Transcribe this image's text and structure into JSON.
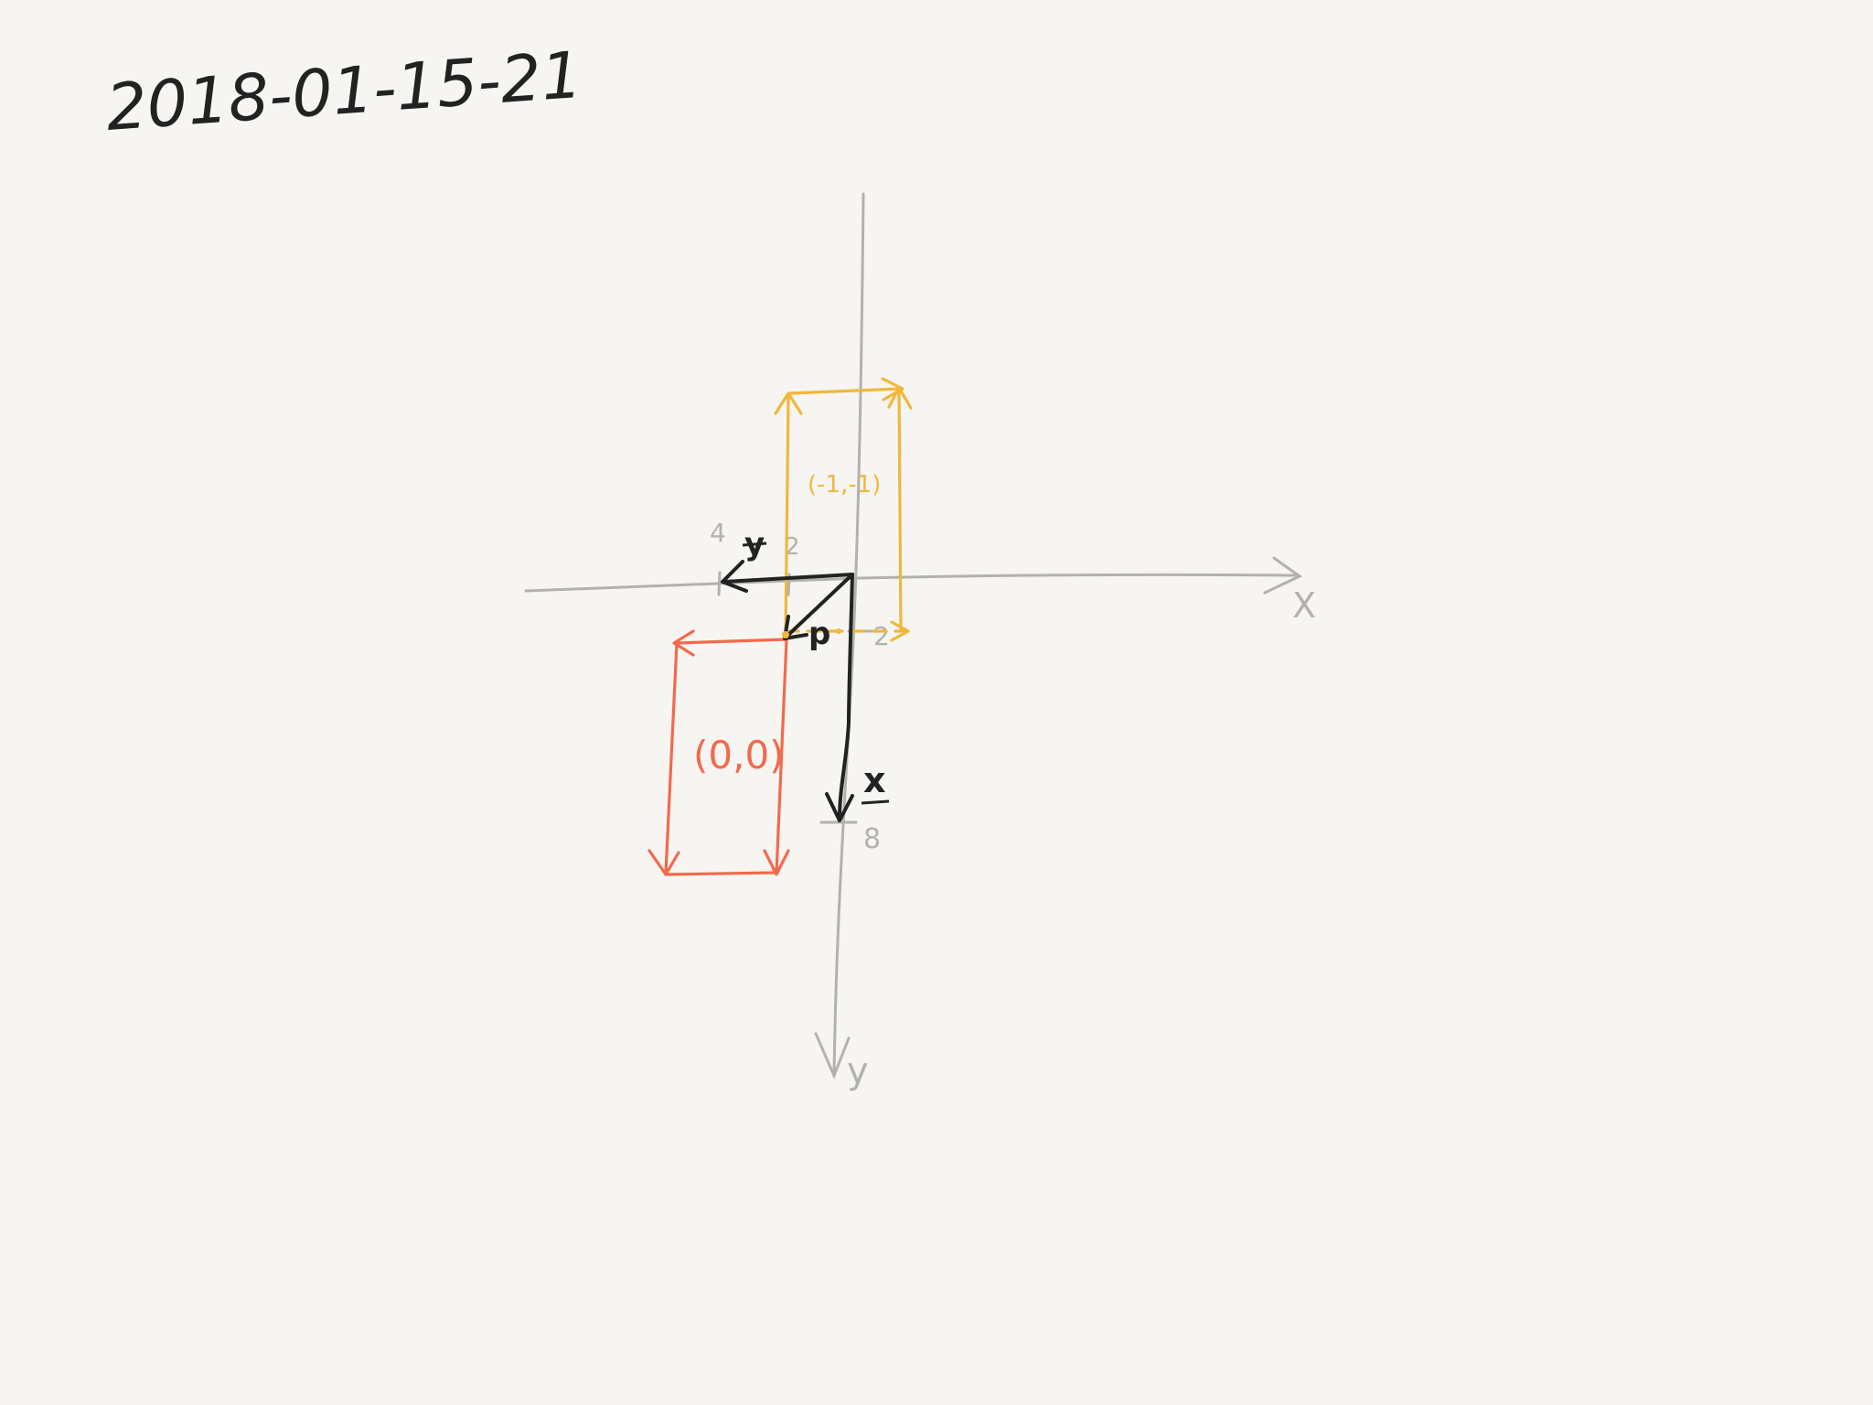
{
  "note": {
    "date": "2018-01-15-21"
  },
  "colors": {
    "background": "#f6f5f1",
    "axes": "#b3b1ab",
    "ink": "#222222",
    "yellow": "#f1b73c",
    "red": "#f26a4c"
  },
  "axes": {
    "x_label": "X",
    "y_label": "y"
  },
  "tick_labels": {
    "x_left": "4",
    "x_near": "2",
    "y_near": "2",
    "y_far": "8"
  },
  "vectors": {
    "y": "y",
    "x": "x",
    "p": "p"
  },
  "boxes": {
    "yellow": "(-1,-1)",
    "red": "(0,0)"
  }
}
